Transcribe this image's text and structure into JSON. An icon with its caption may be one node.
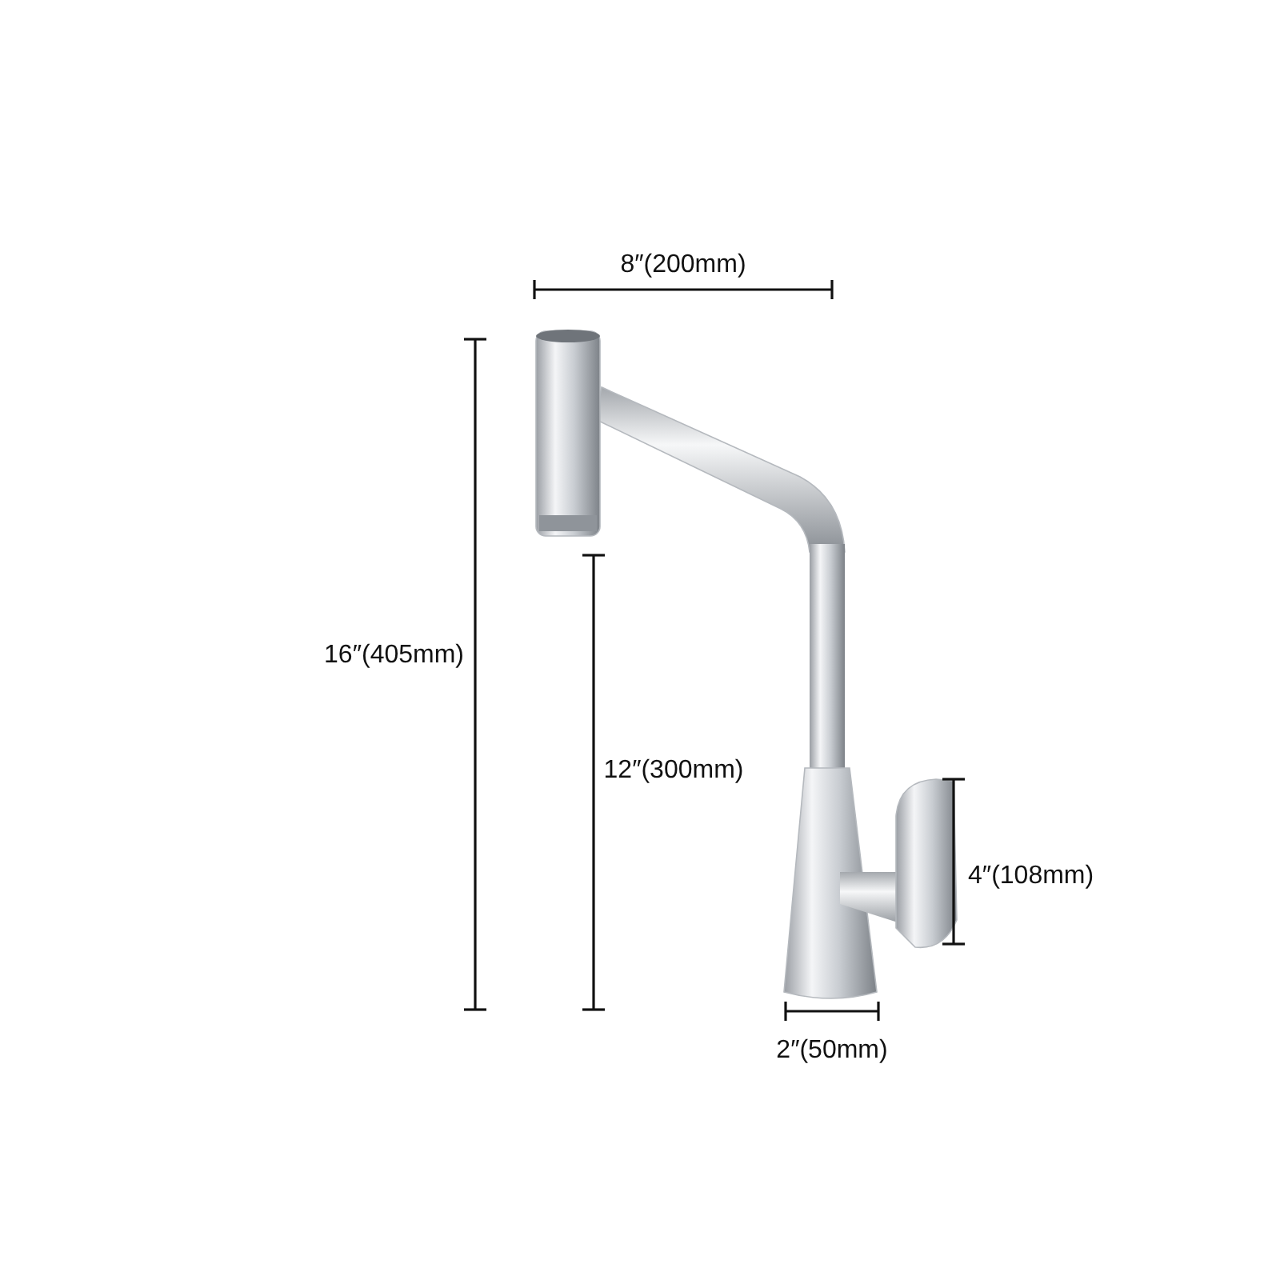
{
  "diagram": {
    "labels": [
      "8″(200mm)",
      "16″(405mm)",
      "12″(300mm)",
      "4″(108mm)",
      "2″(50mm)"
    ]
  }
}
